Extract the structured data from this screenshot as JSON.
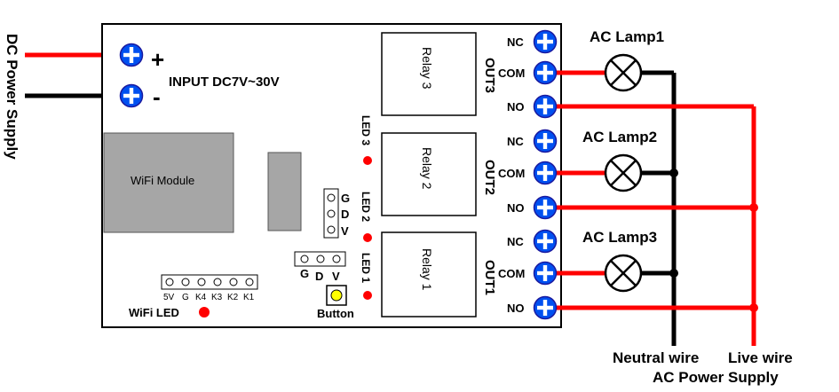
{
  "colors": {
    "wire_red": "#ff0000",
    "wire_black": "#000000",
    "terminal_blue": "#0050f0",
    "module_gray": "#a6a6a6",
    "led_red": "#ff0000",
    "button_yellow": "#ffff00"
  },
  "dc_supply": {
    "label": "DC Power Supply",
    "plus": "+",
    "minus": "-"
  },
  "input_label": "INPUT DC7V~30V",
  "wifi_module": {
    "label": "WiFi Module"
  },
  "relays": [
    {
      "label": "Relay 3",
      "out": "OUT3",
      "led": "LED 3"
    },
    {
      "label": "Relay 2",
      "out": "OUT2",
      "led": "LED 2"
    },
    {
      "label": "Relay 1",
      "out": "OUT1",
      "led": "LED 1"
    }
  ],
  "terminals": {
    "nc": "NC",
    "com": "COM",
    "no": "NO"
  },
  "pin_header_v": [
    "G",
    "D",
    "V"
  ],
  "pin_header_h": [
    "G",
    "D",
    "V"
  ],
  "connector_pins": [
    "5V",
    "G",
    "K4",
    "K3",
    "K2",
    "K1"
  ],
  "wifi_led_label": "WiFi LED",
  "button_label": "Button",
  "lamps": [
    "AC Lamp1",
    "AC Lamp2",
    "AC Lamp3"
  ],
  "neutral_wire": "Neutral wire",
  "live_wire": "Live wire",
  "ac_supply": "AC Power Supply"
}
